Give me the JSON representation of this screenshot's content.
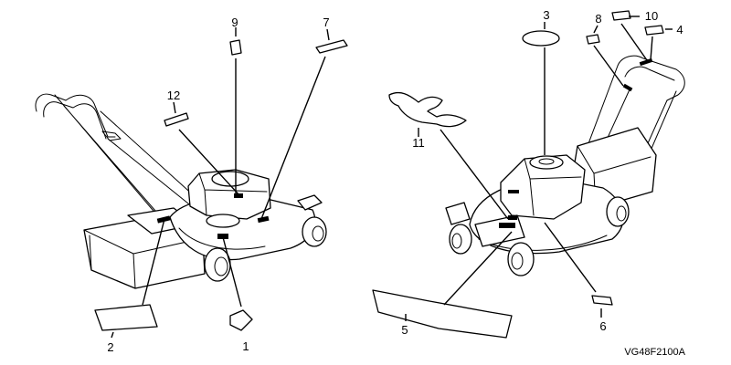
{
  "callouts": {
    "c1": "1",
    "c2": "2",
    "c3": "3",
    "c4": "4",
    "c5": "5",
    "c6": "6",
    "c7": "7",
    "c8": "8",
    "c9": "9",
    "c10": "10",
    "c11": "11",
    "c12": "12"
  },
  "diagram_code": "VG48F2100A"
}
